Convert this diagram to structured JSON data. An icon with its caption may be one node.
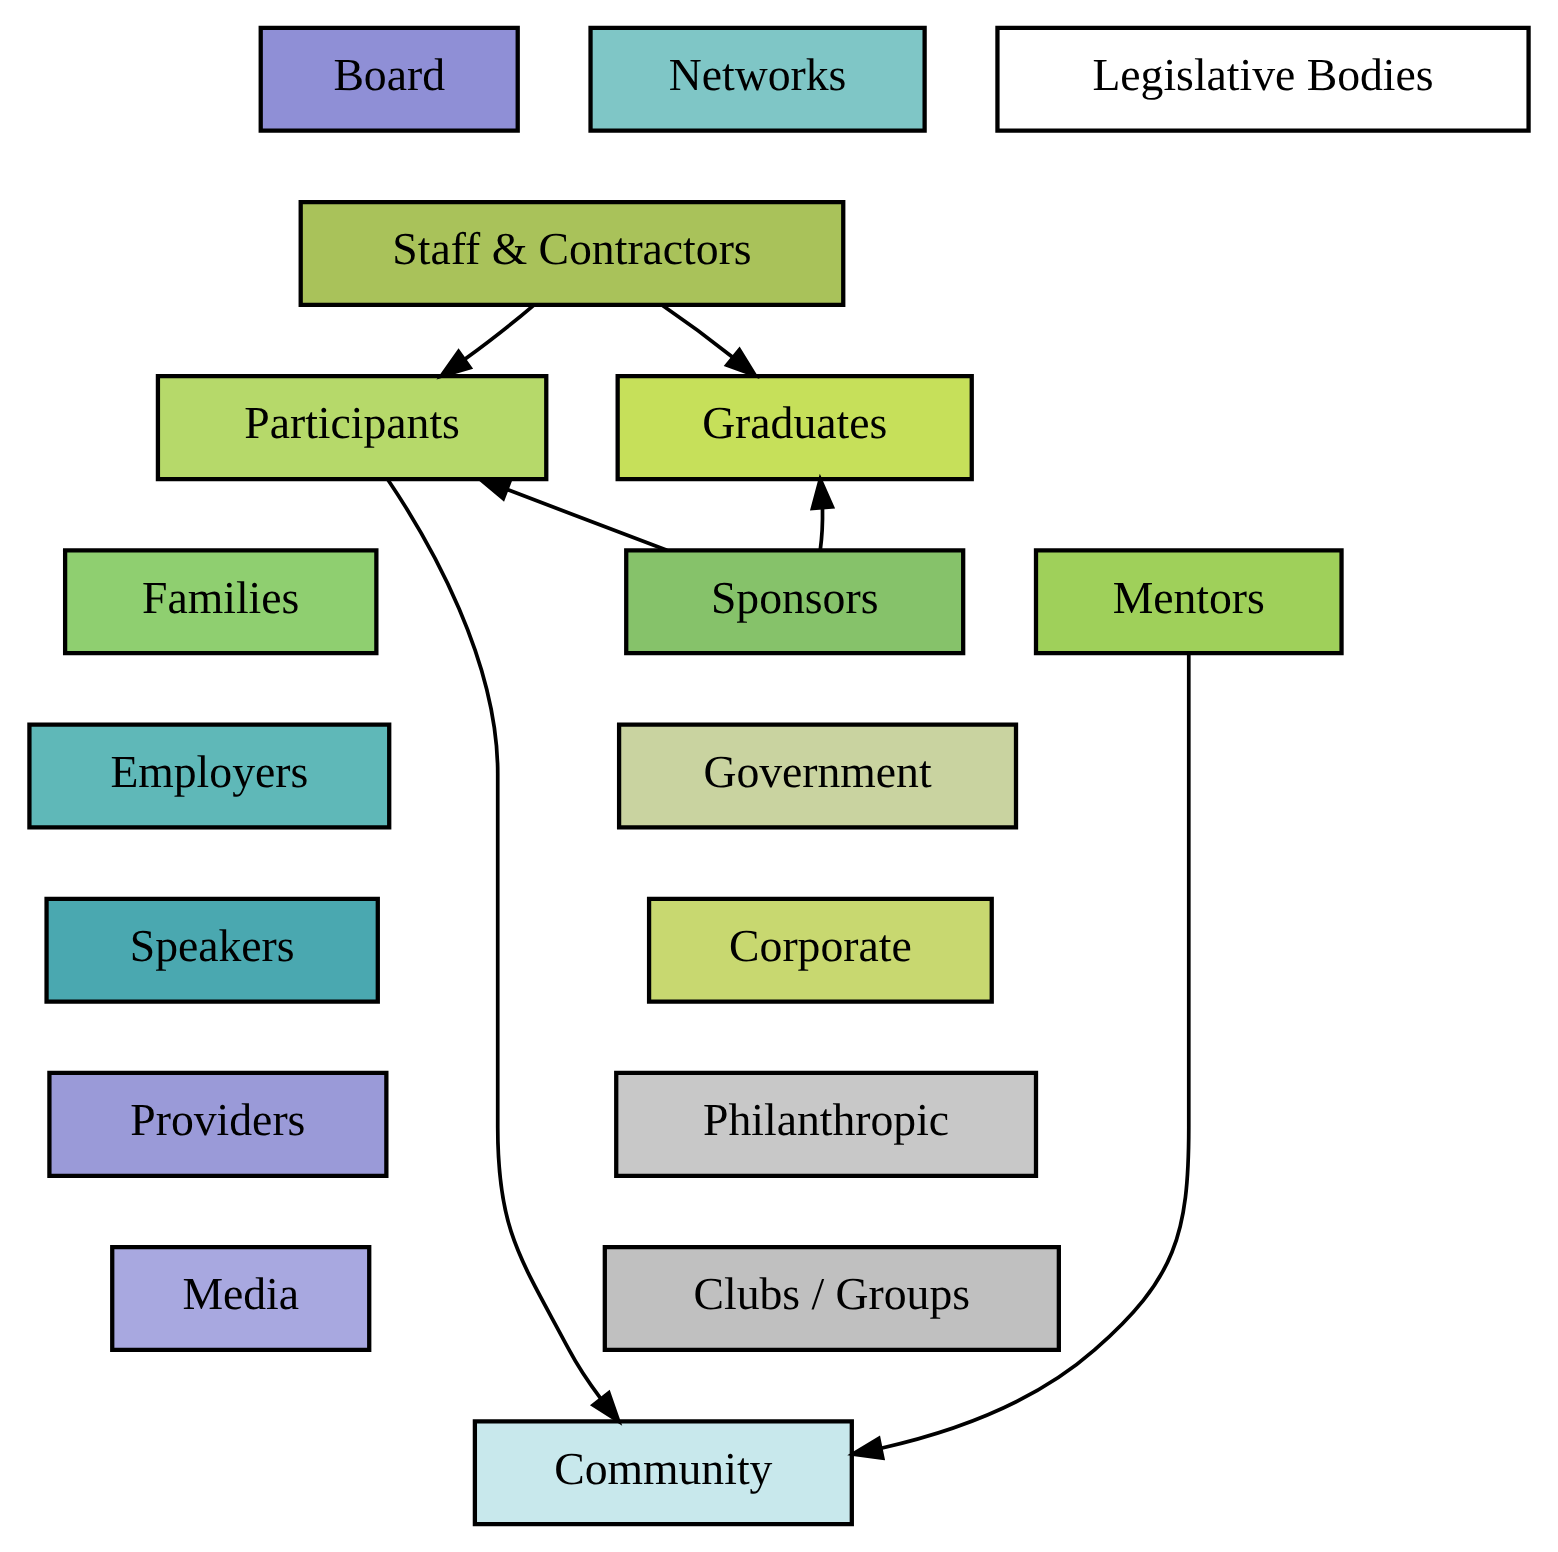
{
  "diagram": {
    "nodes": [
      {
        "text": [
          "Board"
        ]
      },
      {
        "text": [
          "Legislative Bodies"
        ]
      },
      {
        "text": [
          "Staff & Contractors"
        ]
      },
      {
        "text": [
          "Networks"
        ]
      },
      {
        "text": [
          "Participants"
        ]
      },
      {
        "text": [
          "Graduates"
        ]
      },
      {
        "text": [
          "Families"
        ]
      },
      {
        "text": [
          "Mentors"
        ]
      },
      {
        "text": [
          "Sponsors"
        ]
      },
      {
        "text": [
          "Employers"
        ]
      },
      {
        "text": [
          "Government"
        ]
      },
      {
        "text": [
          "Speakers"
        ]
      },
      {
        "text": [
          "Corporate"
        ]
      },
      {
        "text": [
          "Providers"
        ]
      },
      {
        "text": [
          "Philanthropic"
        ]
      },
      {
        "text": [
          "Media"
        ]
      },
      {
        "text": [
          "Clubs / Groups"
        ]
      },
      {
        "text": [
          "Community"
        ]
      }
    ],
    "edges": [
      {
        "from": 2,
        "to": 4,
        "arrow": "to"
      },
      {
        "from": 2,
        "to": 5,
        "arrow": "to"
      },
      {
        "from": 8,
        "to": 4,
        "arrow": "to"
      },
      {
        "from": 8,
        "to": 5,
        "arrow": "to"
      },
      {
        "from": 4,
        "to": 17,
        "arrow": "to"
      },
      {
        "from": 7,
        "to": 17,
        "arrow": "to"
      }
    ]
  }
}
